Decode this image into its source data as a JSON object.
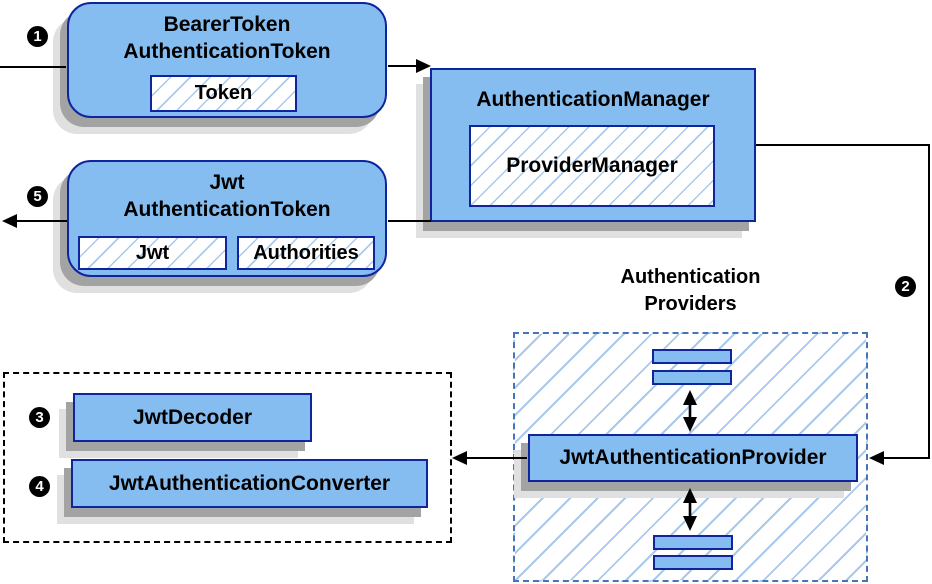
{
  "badges": {
    "step1": "1",
    "step2": "2",
    "step3": "3",
    "step4": "4",
    "step5": "5"
  },
  "nodes": {
    "bearer_token": {
      "title_line1": "BearerToken",
      "title_line2": "AuthenticationToken",
      "inner_token": "Token"
    },
    "authentication_manager": {
      "title": "AuthenticationManager",
      "inner_provider_manager": "ProviderManager"
    },
    "jwt_authentication_token": {
      "title_line1": "Jwt",
      "title_line2": "AuthenticationToken",
      "inner_jwt": "Jwt",
      "inner_authorities": "Authorities"
    },
    "authentication_providers": {
      "heading_line1": "Authentication",
      "heading_line2": "Providers",
      "provider": "JwtAuthenticationProvider"
    },
    "jwt_support": {
      "decoder": "JwtDecoder",
      "converter": "JwtAuthenticationConverter"
    }
  },
  "colors": {
    "node_fill": "#85bdf0",
    "node_border": "#10249e",
    "hatch": "#a9c9ec",
    "dashed_blue": "#4575b8",
    "shadow1": "#a3a3a3",
    "shadow2": "#e0e0e0",
    "arrow": "#000000",
    "text": "#000000"
  }
}
